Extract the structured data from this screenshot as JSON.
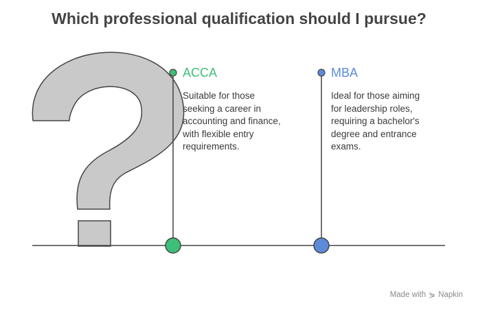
{
  "title": "Which professional qualification should I pursue?",
  "options": [
    {
      "label": "ACCA",
      "color": "#3dbf77",
      "description": "Suitable for those seeking a career in accounting and finance, with flexible entry requirements.",
      "lines": [
        "Suitable for those",
        "seeking a career in",
        "accounting and finance,",
        "with flexible entry",
        "requirements."
      ]
    },
    {
      "label": "MBA",
      "color": "#5b8bd9",
      "description": "Ideal for those aiming for leadership roles, requiring a bachelor's degree and entrance exams.",
      "lines": [
        "Ideal for those aiming",
        "for leadership roles,",
        "requiring a bachelor's",
        "degree and entrance",
        "exams."
      ]
    }
  ],
  "footer": {
    "made_with": "Made with",
    "brand": "Napkin",
    "brand_icon": "napkin-logo-icon"
  },
  "colors": {
    "question_mark_fill": "#c9c9c9",
    "outline": "#444444"
  }
}
